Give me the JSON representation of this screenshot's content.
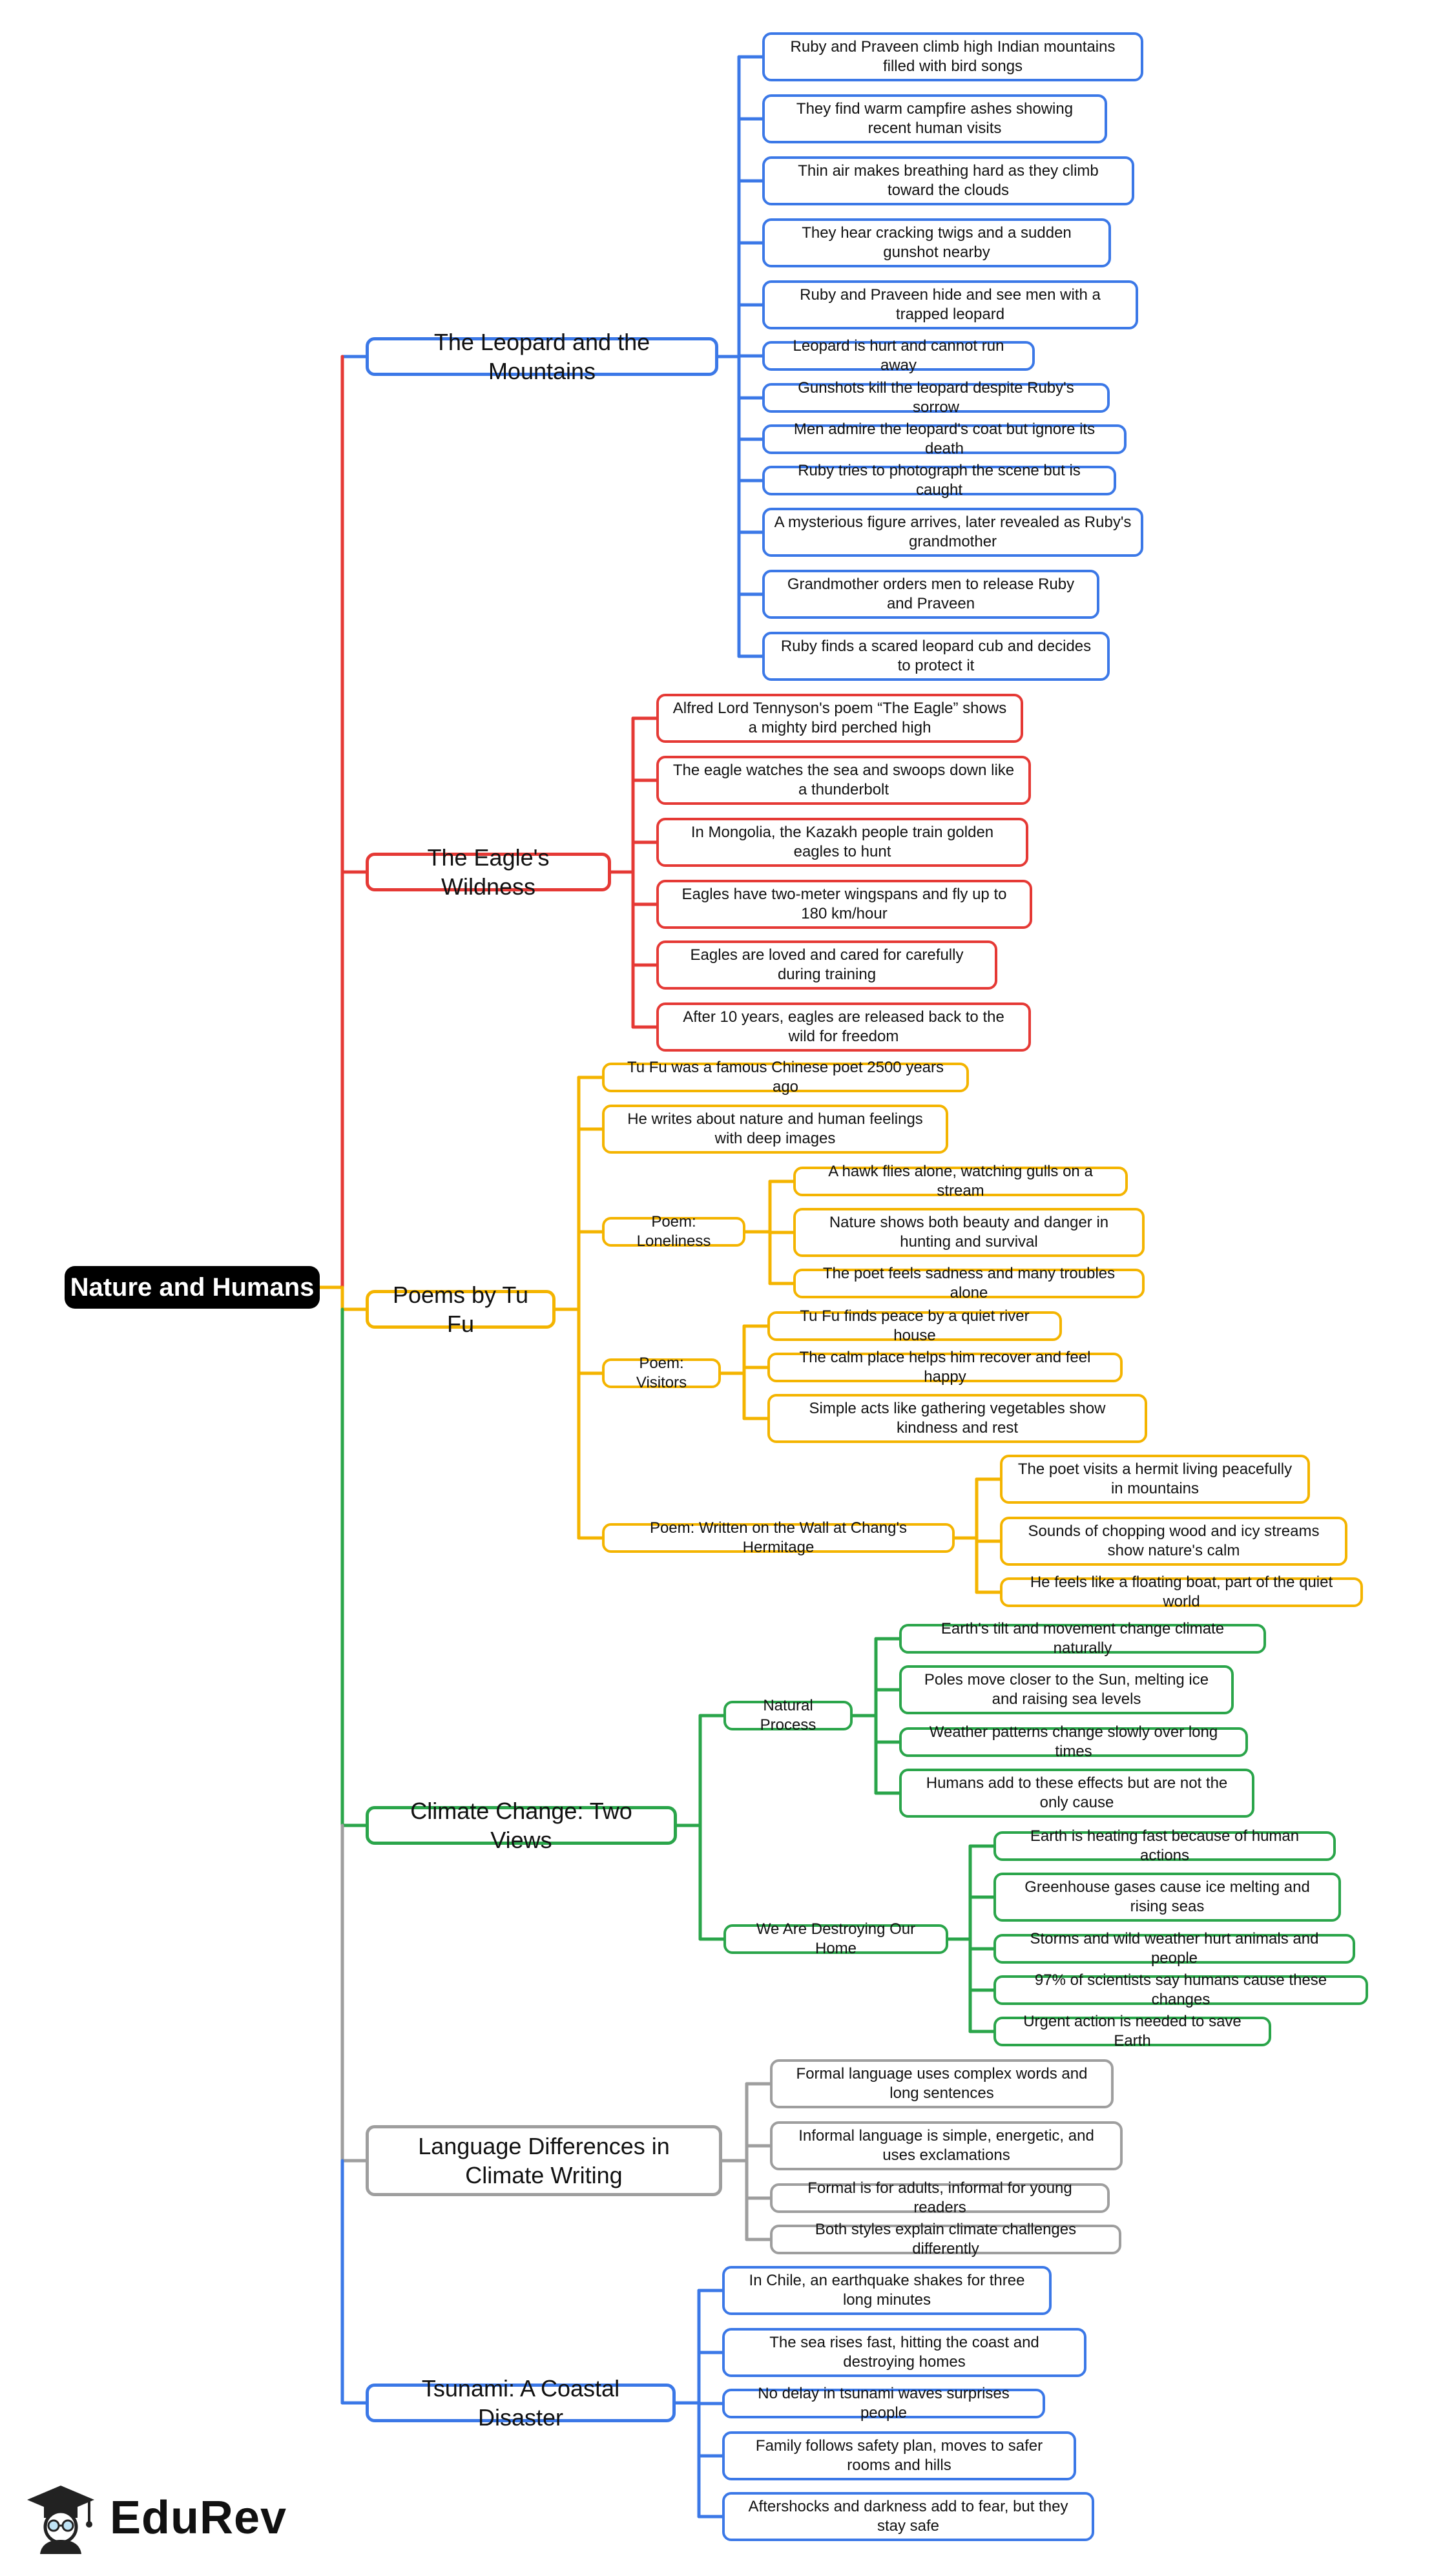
{
  "root": {
    "label": "Nature and Humans"
  },
  "colors": {
    "blue": "#3b78e7",
    "red": "#e53935",
    "yellow": "#f4b400",
    "green": "#2aa54a",
    "gray": "#9e9e9e"
  },
  "branches": [
    {
      "label": "The Leopard and the Mountains",
      "color": "blue",
      "children": [
        {
          "label": "Ruby and Praveen climb high Indian mountains filled with bird songs"
        },
        {
          "label": "They find warm campfire ashes showing recent human visits"
        },
        {
          "label": "Thin air makes breathing hard as they climb toward the clouds"
        },
        {
          "label": "They hear cracking twigs and a sudden gunshot nearby"
        },
        {
          "label": "Ruby and Praveen hide and see men with a trapped leopard"
        },
        {
          "label": "Leopard is hurt and cannot run away"
        },
        {
          "label": "Gunshots kill the leopard despite Ruby's sorrow"
        },
        {
          "label": "Men admire the leopard's coat but ignore its death"
        },
        {
          "label": "Ruby tries to photograph the scene but is caught"
        },
        {
          "label": "A mysterious figure arrives, later revealed as Ruby's grandmother"
        },
        {
          "label": "Grandmother orders men to release Ruby and Praveen"
        },
        {
          "label": "Ruby finds a scared leopard cub and decides to protect it"
        }
      ]
    },
    {
      "label": "The Eagle's Wildness",
      "color": "red",
      "children": [
        {
          "label": "Alfred Lord Tennyson's poem “The Eagle” shows a mighty bird perched high"
        },
        {
          "label": "The eagle watches the sea and swoops down like a thunderbolt"
        },
        {
          "label": "In Mongolia, the Kazakh people train golden eagles to hunt"
        },
        {
          "label": "Eagles have two-meter wingspans and fly up to 180 km/hour"
        },
        {
          "label": "Eagles are loved and cared for carefully during training"
        },
        {
          "label": "After 10 years, eagles are released back to the wild for freedom"
        }
      ]
    },
    {
      "label": "Poems by Tu Fu",
      "color": "yellow",
      "children": [
        {
          "label": "Tu Fu was a famous Chinese poet 2500 years ago"
        },
        {
          "label": "He writes about nature and human feelings with deep images"
        },
        {
          "label": "Poem: Loneliness",
          "children": [
            {
              "label": "A hawk flies alone, watching gulls on a stream"
            },
            {
              "label": "Nature shows both beauty and danger in hunting and survival"
            },
            {
              "label": "The poet feels sadness and many troubles alone"
            }
          ]
        },
        {
          "label": "Poem: Visitors",
          "children": [
            {
              "label": "Tu Fu finds peace by a quiet river house"
            },
            {
              "label": "The calm place helps him recover and feel happy"
            },
            {
              "label": "Simple acts like gathering vegetables show kindness and rest"
            }
          ]
        },
        {
          "label": "Poem: Written on the Wall at Chang's Hermitage",
          "children": [
            {
              "label": "The poet visits a hermit living peacefully in mountains"
            },
            {
              "label": "Sounds of chopping wood and icy streams show nature's calm"
            },
            {
              "label": "He feels like a floating boat, part of the quiet world"
            }
          ]
        }
      ]
    },
    {
      "label": "Climate Change: Two Views",
      "color": "green",
      "children": [
        {
          "label": "Natural Process",
          "children": [
            {
              "label": "Earth's tilt and movement change climate naturally"
            },
            {
              "label": "Poles move closer to the Sun, melting ice and raising sea levels"
            },
            {
              "label": "Weather patterns change slowly over long times"
            },
            {
              "label": "Humans add to these effects but are not the only cause"
            }
          ]
        },
        {
          "label": "We Are Destroying Our Home",
          "children": [
            {
              "label": "Earth is heating fast because of human actions"
            },
            {
              "label": "Greenhouse gases cause ice melting and rising seas"
            },
            {
              "label": "Storms and wild weather hurt animals and people"
            },
            {
              "label": "97% of scientists say humans cause these changes"
            },
            {
              "label": "Urgent action is needed to save Earth"
            }
          ]
        }
      ]
    },
    {
      "label": "Language Differences in Climate Writing",
      "color": "gray",
      "children": [
        {
          "label": "Formal language uses complex words and long sentences"
        },
        {
          "label": "Informal language is simple, energetic, and uses exclamations"
        },
        {
          "label": "Formal is for adults, informal for young readers"
        },
        {
          "label": "Both styles explain climate challenges differently"
        }
      ]
    },
    {
      "label": "Tsunami: A Coastal Disaster",
      "color": "blue",
      "children": [
        {
          "label": "In Chile, an earthquake shakes for three long minutes"
        },
        {
          "label": "The sea rises fast, hitting the coast and destroying homes"
        },
        {
          "label": "No delay in tsunami waves surprises people"
        },
        {
          "label": "Family follows safety plan, moves to safer rooms and hills"
        },
        {
          "label": "Aftershocks and darkness add to fear, but they stay safe"
        }
      ]
    }
  ],
  "logo": {
    "text": "EduRev",
    "icon": "graduation-cap-student-icon"
  }
}
